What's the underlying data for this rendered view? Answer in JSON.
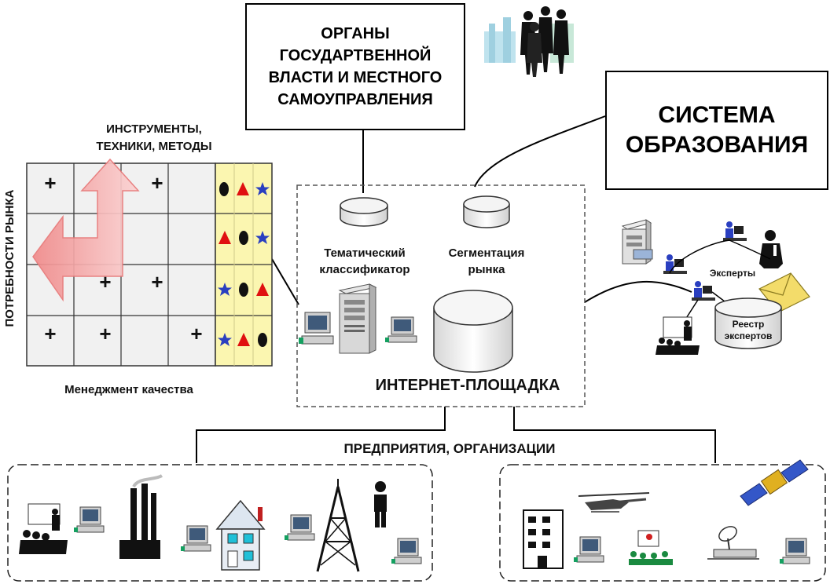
{
  "authorities": {
    "line1": "ОРГАНЫ",
    "line2": "ГОСУДАРТВЕННОЙ",
    "line3": "ВЛАСТИ И МЕСТНОГО",
    "line4": "САМОУПРАВЛЕНИЯ"
  },
  "education": {
    "line1": "СИСТЕМА",
    "line2": "ОБРАЗОВАНИЯ"
  },
  "tools": {
    "line1": "ИНСТРУМЕНТЫ,",
    "line2": "ТЕХНИКИ, МЕТОДЫ"
  },
  "market_needs": "ПОТРЕБНОСТИ РЫНКА",
  "quality_management": "Менеджмент качества",
  "grid_marks": {
    "plus": "+"
  },
  "platform": {
    "title": "ИНТЕРНЕТ-ПЛОЩАДКА",
    "classifier_line1": "Тематический",
    "classifier_line2": "классификатор",
    "segmentation_line1": "Сегментация",
    "segmentation_line2": "рынка"
  },
  "experts": {
    "label": "Эксперты",
    "registry_line1": "Реестр",
    "registry_line2": "экспертов"
  },
  "enterprises": "ПРЕДПРИЯТИЯ, ОРГАНИЗАЦИИ",
  "colors": {
    "arrow": "#f4a7a7",
    "arrow_dark": "#e87878",
    "symbol_panel": "#fbf6b0",
    "triangle": "#e01010",
    "star": "#2a3fc0"
  }
}
